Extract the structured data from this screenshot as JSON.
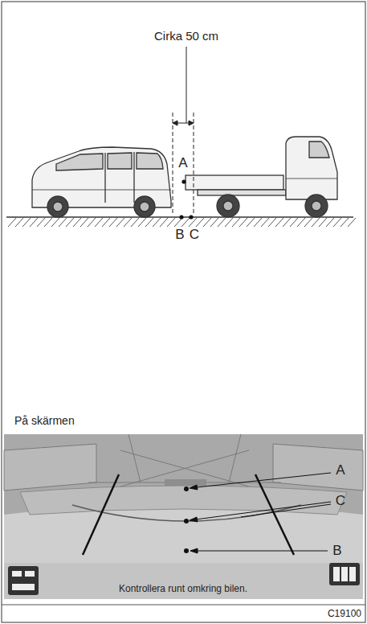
{
  "diagram": {
    "labels": [
      "Cirka 50 cm",
      "A",
      "B",
      "C",
      "På skärmen",
      "A",
      "C",
      "B",
      "Kontrollera runt omkring bilen.",
      "C19100"
    ]
  }
}
